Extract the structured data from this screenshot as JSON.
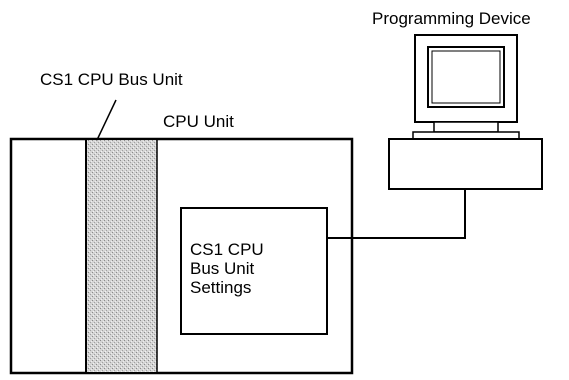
{
  "labels": {
    "programming_device": "Programming Device",
    "cs1_cpu_bus_unit": "CS1 CPU Bus Unit",
    "cpu_unit": "CPU Unit",
    "settings_lines": [
      "CS1 CPU",
      "Bus Unit",
      "Settings"
    ]
  },
  "colors": {
    "line": "#000000",
    "background": "#ffffff",
    "bus_unit_fill": "#c9c9c9"
  },
  "icons": {
    "device": "computer-monitor-icon"
  }
}
